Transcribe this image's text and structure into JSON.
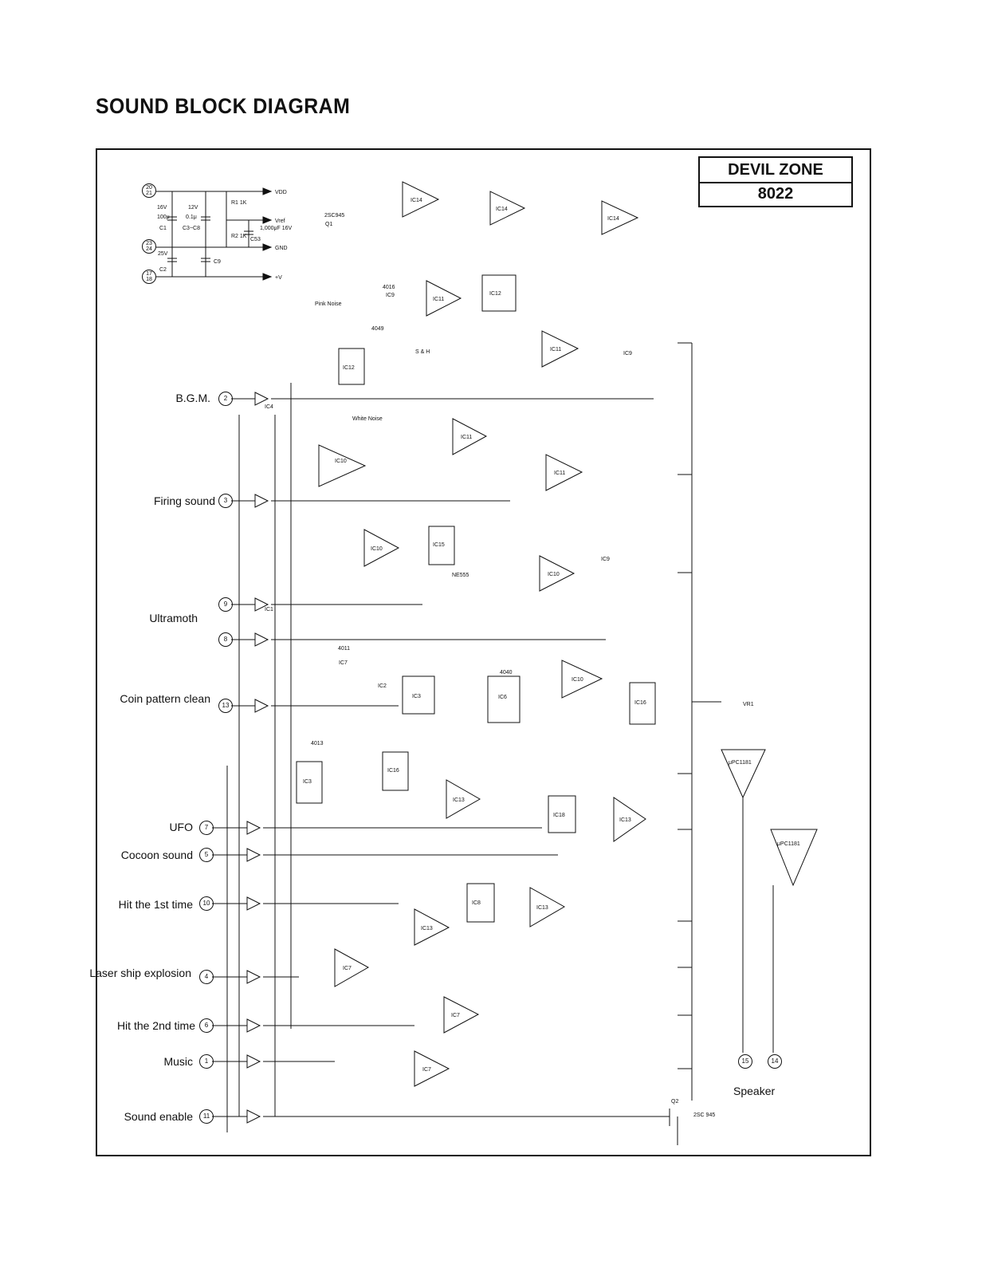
{
  "title": "SOUND BLOCK DIAGRAM",
  "board": {
    "name": "DEVIL ZONE",
    "number": "8022"
  },
  "inputs": [
    {
      "label": "B.G.M.",
      "pin": "2"
    },
    {
      "label": "Firing sound",
      "pin": "3"
    },
    {
      "label": "Ultramoth",
      "pin": "9"
    },
    {
      "label": "",
      "pin": "8"
    },
    {
      "label": "Coin pattern clean",
      "pin": "13"
    },
    {
      "label": "UFO",
      "pin": "7"
    },
    {
      "label": "Cocoon sound",
      "pin": "5"
    },
    {
      "label": "Hit the 1st time",
      "pin": "10"
    },
    {
      "label": "Laser ship explosion",
      "pin": "4"
    },
    {
      "label": "Hit the 2nd time",
      "pin": "6"
    },
    {
      "label": "Music",
      "pin": "1"
    },
    {
      "label": "Sound enable",
      "pin": "11"
    }
  ],
  "power_pins": [
    "20 21",
    "23 24",
    "17 18"
  ],
  "power_rails": [
    "VDD",
    "Vref",
    "GND",
    "+V"
  ],
  "power_parts": [
    "16V",
    "100μ",
    "C1",
    "12V",
    "0.1μ",
    "C3~C8",
    "R1 1K",
    "R2 1K",
    "1,000μF 16V",
    "C53",
    "25V",
    "C2",
    "C9"
  ],
  "speaker": {
    "label": "Speaker",
    "pins": [
      "15",
      "14"
    ]
  },
  "ic_labels": [
    "IC14",
    "IC14",
    "IC14",
    "IC11",
    "IC12",
    "IC9",
    "IC11",
    "IC9",
    "IC12",
    "IC10",
    "IC11",
    "IC11",
    "IC15",
    "IC10",
    "IC10",
    "IC9",
    "IC7",
    "IC2",
    "IC3",
    "IC6",
    "IC10",
    "IC16",
    "IC3",
    "IC16",
    "IC13",
    "IC18",
    "IC13",
    "IC8",
    "IC13",
    "IC13",
    "IC7",
    "IC7",
    "IC7",
    "μPC1181",
    "μPC1181",
    "IC1",
    "IC4"
  ],
  "misc_labels": [
    "Pink Noise",
    "White Noise",
    "S & H",
    "4016",
    "4049",
    "4011",
    "4013",
    "4040",
    "NE555",
    "2SC945",
    "Q1",
    "Q2",
    "2SC 945",
    "VR1"
  ]
}
